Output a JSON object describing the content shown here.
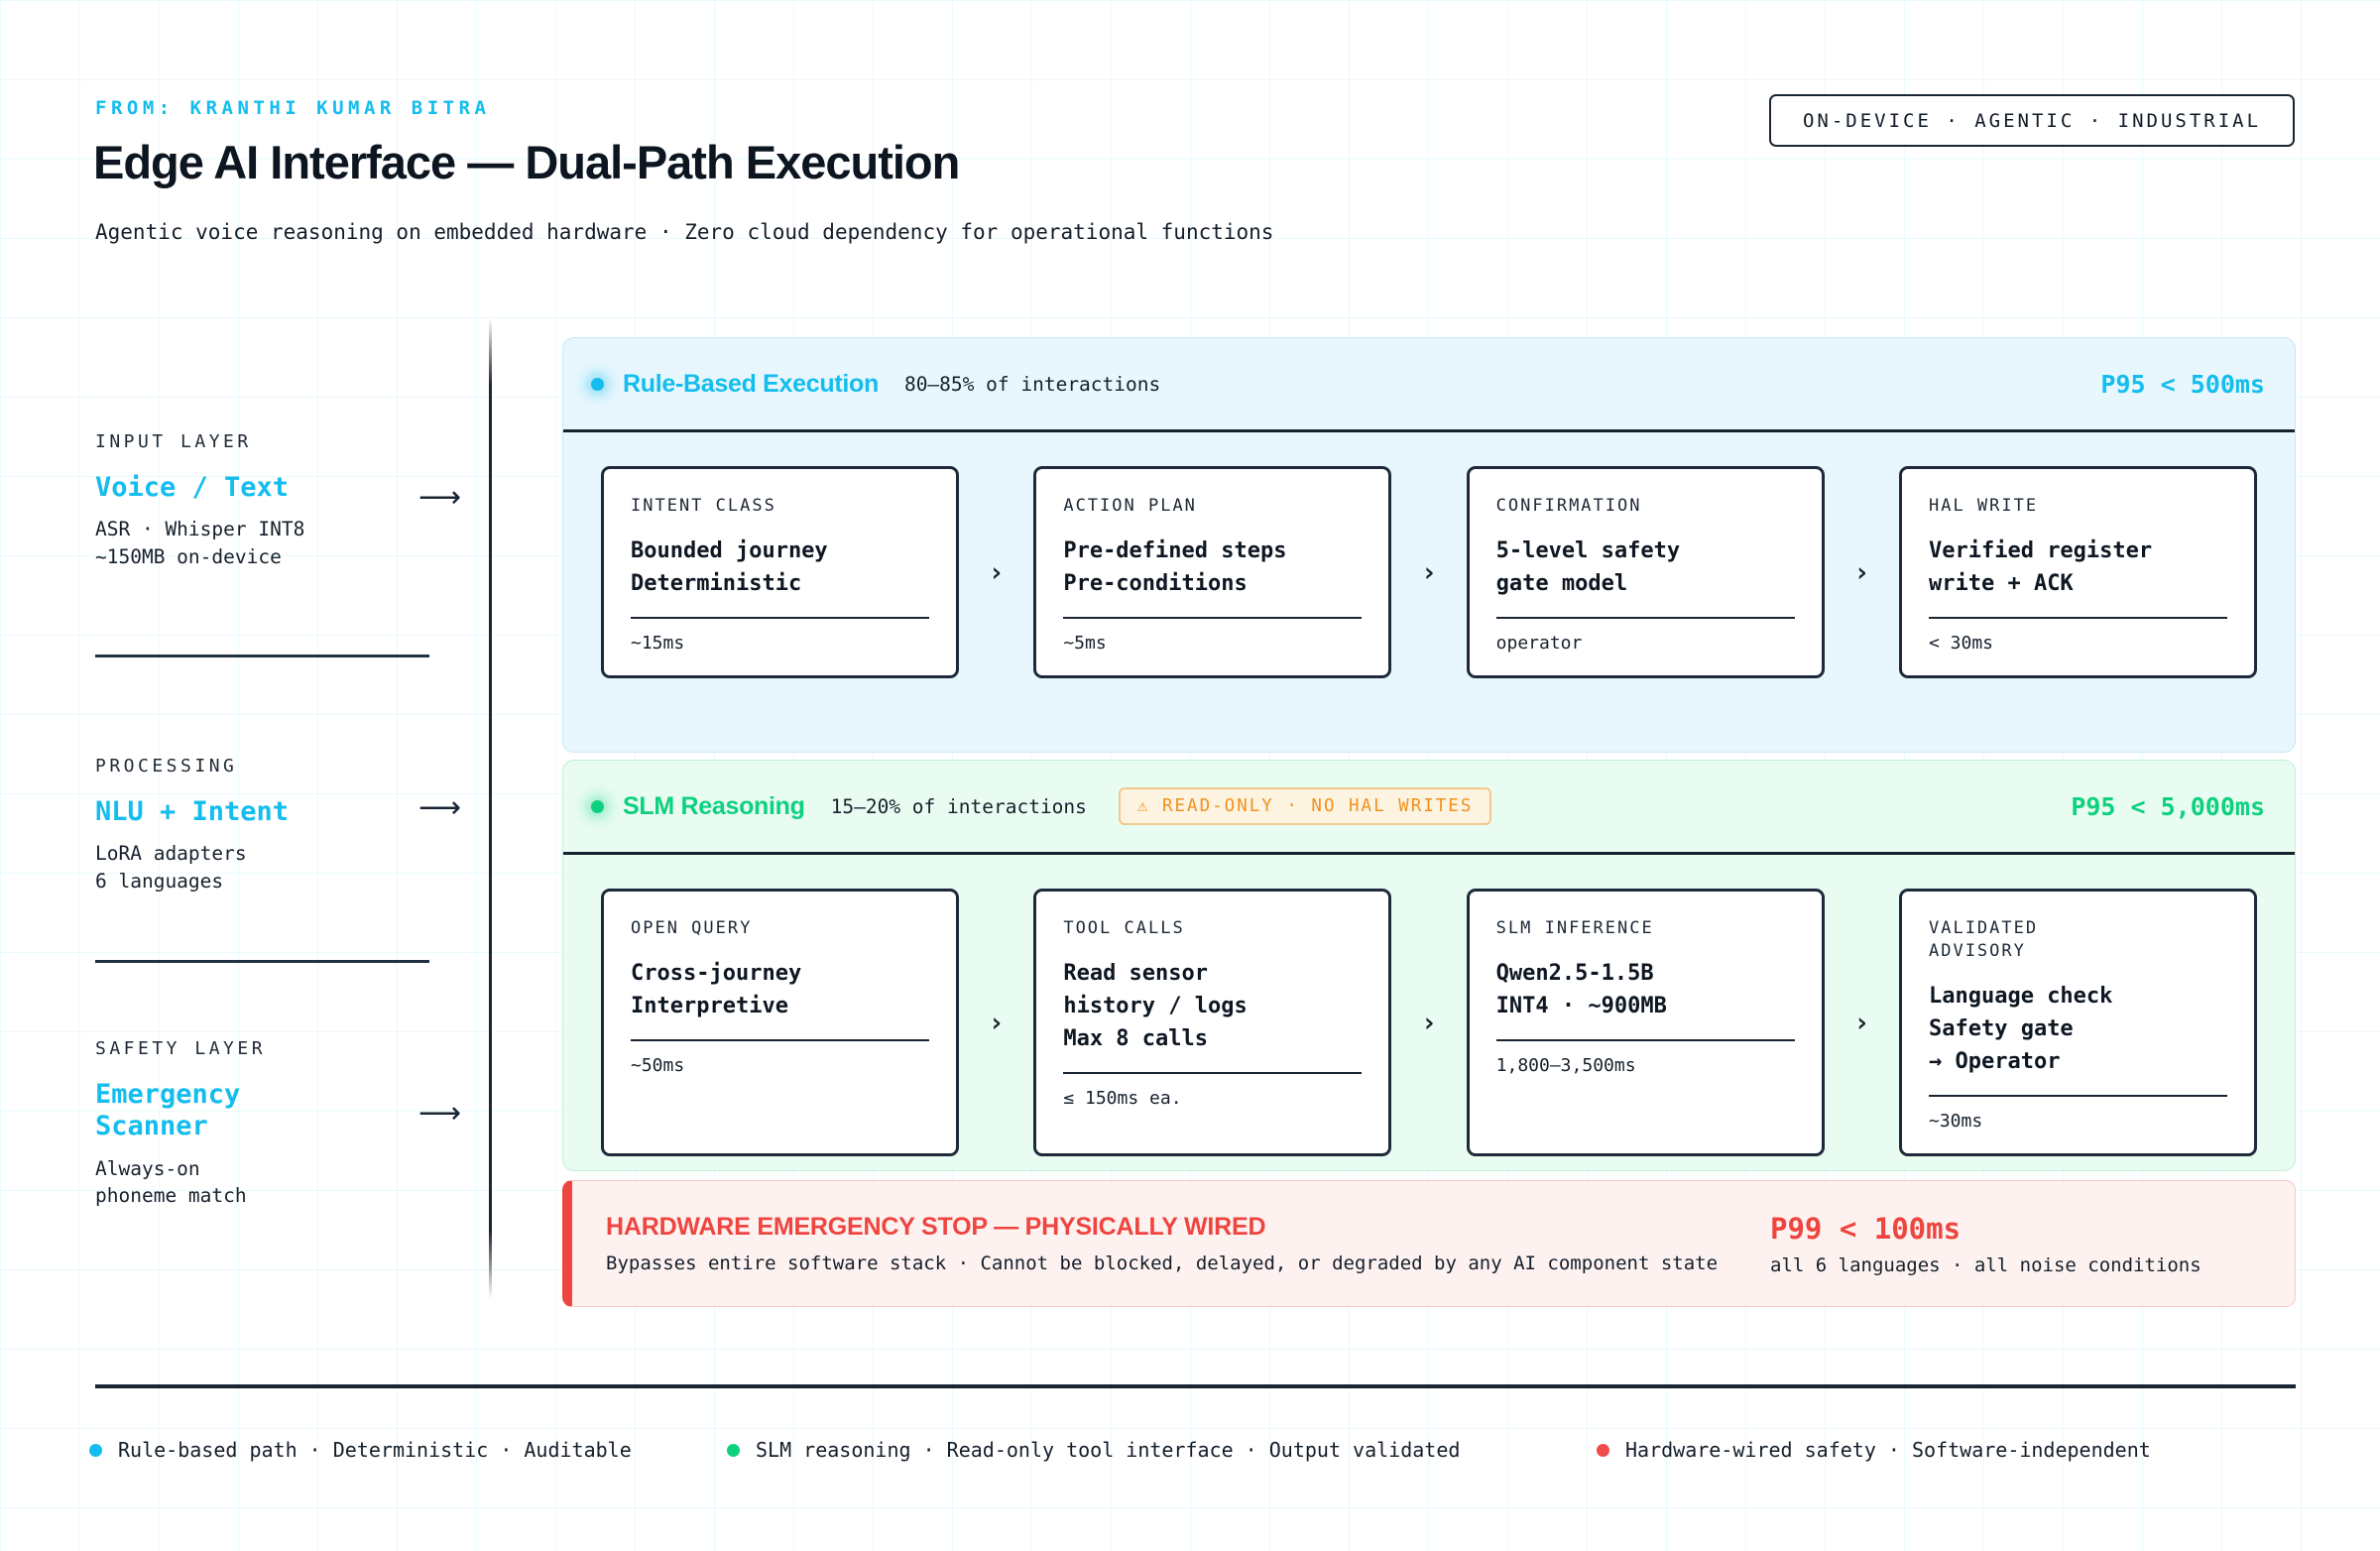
{
  "header": {
    "from": "FROM: KRANTHI KUMAR BITRA",
    "title": "Edge AI Interface — Dual-Path Execution",
    "subtitle": "Agentic voice reasoning on embedded hardware · Zero cloud dependency for operational functions",
    "badge": "ON-DEVICE · AGENTIC · INDUSTRIAL"
  },
  "sidebar": {
    "groups": [
      {
        "label": "INPUT LAYER",
        "title": "Voice / Text",
        "desc": "ASR · Whisper INT8\n~150MB on-device"
      },
      {
        "label": "PROCESSING",
        "title": "NLU + Intent",
        "desc": "LoRA adapters\n6 languages"
      },
      {
        "label": "SAFETY LAYER",
        "title": "Emergency\nScanner",
        "desc": "Always-on\nphoneme match"
      }
    ]
  },
  "panels": [
    {
      "title": "Rule-Based Execution",
      "share": "80–85% of interactions",
      "latency": "P95 < 500ms",
      "cards": [
        {
          "label": "INTENT CLASS",
          "body": "Bounded journey\nDeterministic",
          "meta": "~15ms"
        },
        {
          "label": "ACTION PLAN",
          "body": "Pre-defined steps\nPre-conditions",
          "meta": "~5ms"
        },
        {
          "label": "CONFIRMATION",
          "body": "5-level safety\ngate model",
          "meta": "operator"
        },
        {
          "label": "HAL WRITE",
          "body": "Verified register\nwrite + ACK",
          "meta": "< 30ms"
        }
      ]
    },
    {
      "title": "SLM Reasoning",
      "share": "15–20% of interactions",
      "warning": "⚠ READ-ONLY · NO HAL WRITES",
      "latency": "P95 < 5,000ms",
      "cards": [
        {
          "label": "OPEN QUERY",
          "body": "Cross-journey\nInterpretive",
          "meta": "~50ms"
        },
        {
          "label": "TOOL CALLS",
          "body": "Read sensor\nhistory / logs\nMax 8 calls",
          "meta": "≤ 150ms ea."
        },
        {
          "label": "SLM INFERENCE",
          "body": "Qwen2.5-1.5B\nINT4 · ~900MB",
          "meta": "1,800–3,500ms"
        },
        {
          "label": "VALIDATED\nADVISORY",
          "body": "Language check\nSafety gate\n→ Operator",
          "meta": "~30ms"
        }
      ]
    }
  ],
  "emergency": {
    "title": "HARDWARE EMERGENCY STOP — PHYSICALLY WIRED",
    "desc": "Bypasses entire software stack · Cannot be blocked, delayed, or degraded by any AI component state",
    "latency": "P99 < 100ms",
    "caption": "all 6 languages · all noise conditions"
  },
  "legend": [
    {
      "text": "Rule-based path · Deterministic · Auditable"
    },
    {
      "text": "SLM reasoning · Read-only tool interface · Output validated"
    },
    {
      "text": "Hardware-wired safety · Software-independent"
    }
  ],
  "ui": {
    "arrow": "⟶",
    "chevron": "›"
  },
  "colors": {
    "accent_cyan": "#14bdee",
    "accent_green": "#0ed17f",
    "accent_red": "#ef4540",
    "accent_orange": "#f0911c",
    "ink": "#101a26",
    "panel_blue_bg": "#e8f7fd",
    "panel_green_bg": "#e9fcf2",
    "panel_red_bg": "#fdf2f0"
  }
}
